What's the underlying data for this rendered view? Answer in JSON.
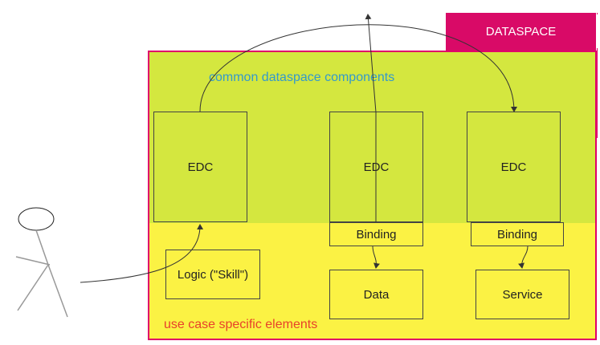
{
  "dataspace": {
    "label": "DATASPACE"
  },
  "zones": {
    "common_label": "common dataspace components",
    "usecase_label": "use case specific elements"
  },
  "connectors": [
    {
      "label": "EDC"
    },
    {
      "label": "EDC"
    },
    {
      "label": "EDC"
    }
  ],
  "bindings": [
    {
      "label": "Binding"
    },
    {
      "label": "Binding"
    }
  ],
  "elements": {
    "logic": "Logic (\"Skill\")",
    "data": "Data",
    "service": "Service"
  },
  "colors": {
    "frame": "#e0006a",
    "dataspace_tab": "#d90a67",
    "common_zone": "#d4e73f",
    "usecase_zone": "#fbf244",
    "common_label": "#3399cc",
    "usecase_label": "#e8412a"
  }
}
